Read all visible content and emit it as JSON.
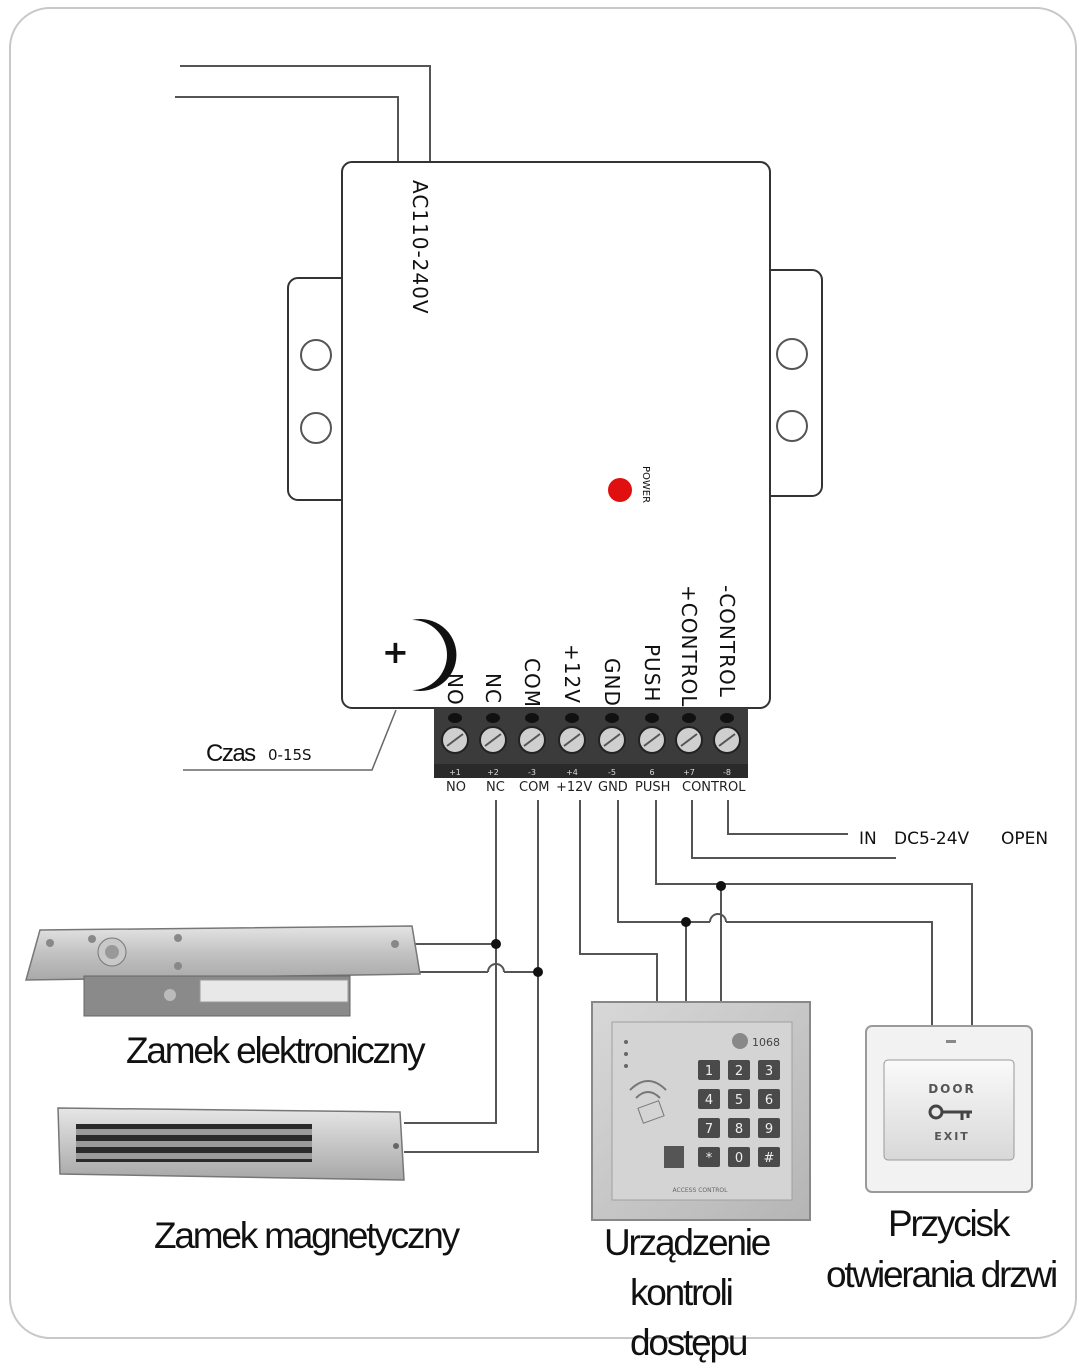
{
  "controller": {
    "ac_input_label": "AC110-240V",
    "power_led_label": "POWER",
    "terminal_labels_top": [
      "NO",
      "NC",
      "COM",
      "+12V",
      "GND",
      "PUSH",
      "+CONTROL",
      "-CONTROL"
    ],
    "terminal_numbers": [
      "+1",
      "+2",
      "-3",
      "+4",
      "-5",
      "6",
      "+7",
      "-8"
    ],
    "terminal_labels_bottom": [
      "NO",
      "NC",
      "COM",
      "+12V",
      "GND",
      "PUSH",
      "CONTROL"
    ],
    "time_setting": {
      "label": "Czas",
      "value": "0-15S"
    },
    "control_input": {
      "in": "IN",
      "range": "DC5-24V",
      "mode": "OPEN"
    }
  },
  "devices": {
    "electronic_lock": "Zamek elektroniczny",
    "magnetic_lock": "Zamek magnetyczny",
    "access_control": [
      "Urządzenie",
      "kontroli",
      "dostępu"
    ],
    "exit_button": [
      "Przycisk",
      "otwierania drzwi"
    ]
  },
  "keypad": {
    "brand": "1068",
    "keys": [
      "1",
      "2",
      "3",
      "4",
      "5",
      "6",
      "7",
      "8",
      "9",
      "*",
      "0",
      "#"
    ],
    "caption": "ACCESS CONTROL"
  },
  "exit_button_face": {
    "top": "DOOR",
    "bottom": "EXIT"
  }
}
